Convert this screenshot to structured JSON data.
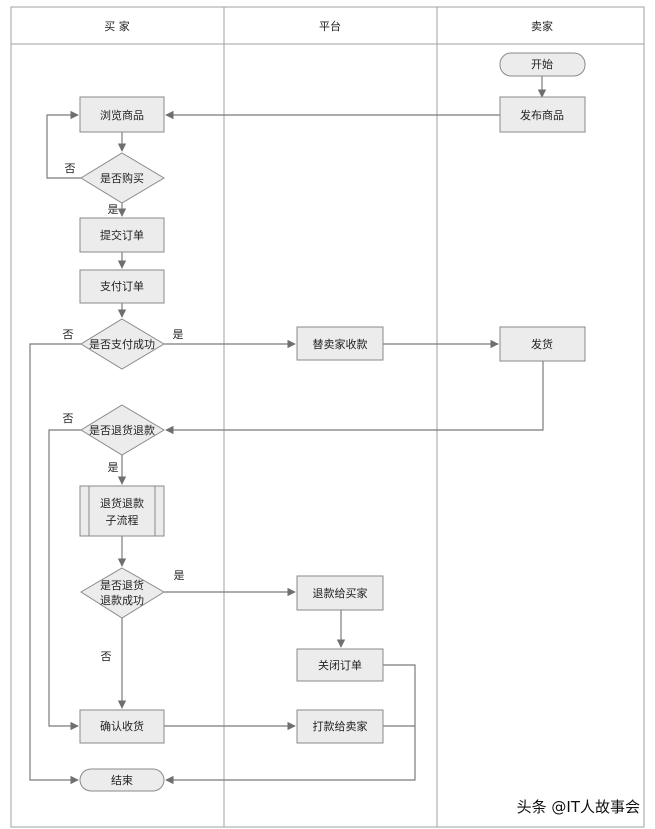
{
  "lanes": [
    {
      "id": "buyer",
      "title": "买 家"
    },
    {
      "id": "platform",
      "title": "平台"
    },
    {
      "id": "seller",
      "title": "卖家"
    }
  ],
  "nodes": {
    "start": {
      "label": "开始",
      "shape": "terminal"
    },
    "publish_goods": {
      "label": "发布商品",
      "shape": "process"
    },
    "browse_goods": {
      "label": "浏览商品",
      "shape": "process"
    },
    "decide_buy": {
      "label": "是否购买",
      "shape": "decision"
    },
    "submit_order": {
      "label": "提交订单",
      "shape": "process"
    },
    "pay_order": {
      "label": "支付订单",
      "shape": "process"
    },
    "decide_paid": {
      "label": "是否支付成功",
      "shape": "decision"
    },
    "collect_for_seller": {
      "label": "替卖家收款",
      "shape": "process"
    },
    "ship": {
      "label": "发货",
      "shape": "process"
    },
    "decide_refund": {
      "label": "是否退货退款",
      "shape": "decision"
    },
    "refund_subprocess": {
      "label_lines": [
        "退货退款",
        "子流程"
      ],
      "shape": "subprocess"
    },
    "decide_refund_ok": {
      "label_lines": [
        "是否退货",
        "退款成功"
      ],
      "shape": "decision"
    },
    "refund_buyer": {
      "label": "退款给买家",
      "shape": "process"
    },
    "close_order": {
      "label": "关闭订单",
      "shape": "process"
    },
    "confirm_receipt": {
      "label": "确认收货",
      "shape": "process"
    },
    "pay_seller": {
      "label": "打款给卖家",
      "shape": "process"
    },
    "end": {
      "label": "结束",
      "shape": "terminal"
    }
  },
  "edge_labels": {
    "buy_no": "否",
    "buy_yes": "是",
    "paid_no": "否",
    "paid_yes": "是",
    "refund_no": "否",
    "refund_yes": "是",
    "refund_ok_yes": "是",
    "refund_ok_no": "否"
  },
  "watermark": "头条 @IT人故事会",
  "colors": {
    "box_fill": "#ececec",
    "box_stroke": "#8a8a8a",
    "line": "#7b7b7b",
    "lane_border": "#a0a0a0"
  }
}
